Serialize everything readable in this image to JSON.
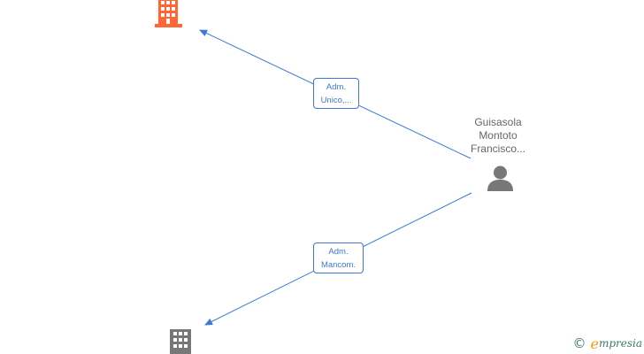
{
  "nodes": {
    "company_top": {
      "icon": "building-icon",
      "color": "#ff6633"
    },
    "company_bottom": {
      "icon": "building-icon",
      "color": "#777777"
    },
    "person": {
      "icon": "person-icon",
      "color": "#777777",
      "name_lines": [
        "Guisasola",
        "Montoto",
        "Francisco..."
      ]
    }
  },
  "edges": [
    {
      "name": "edge-top",
      "label_lines": [
        "Adm.",
        "Unico,..."
      ]
    },
    {
      "name": "edge-bottom",
      "label_lines": [
        "Adm.",
        "Mancom."
      ]
    }
  ],
  "colors": {
    "edge": "#3c78d8"
  },
  "brand": {
    "copyright": "©",
    "e_mark": "e",
    "word": "mpresia"
  }
}
